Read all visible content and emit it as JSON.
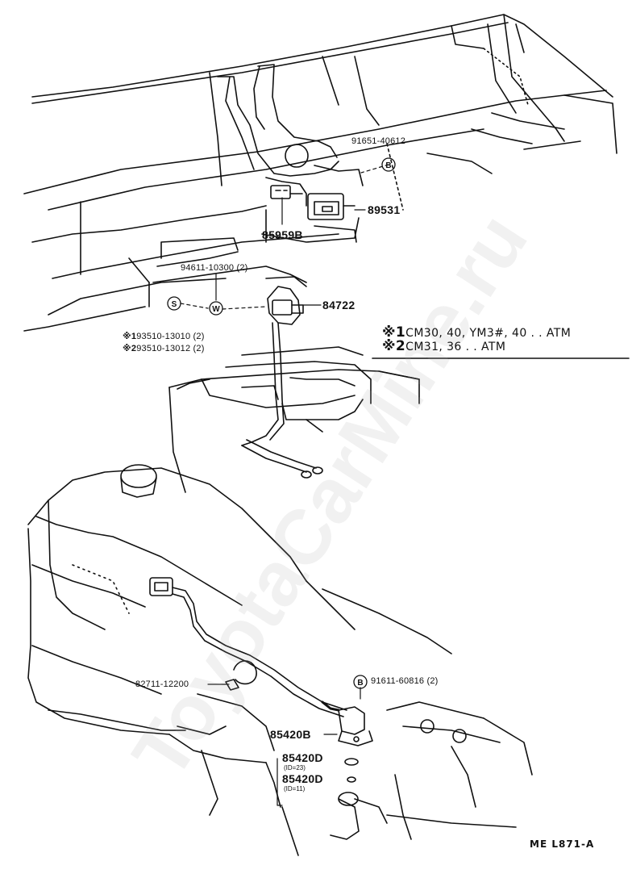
{
  "watermark": "ToyotaCarMine.ru",
  "drawing_code": "ME  L871-A",
  "bolt_markers": {
    "b_top": "B",
    "s": "S",
    "w": "W",
    "b_bottom": "B"
  },
  "parts": {
    "p91651": "91651-40612",
    "p89531": "89531",
    "p85959B": "85959B",
    "p94611": "94611-10300 (2)",
    "p84722": "84722",
    "p93510_1": "93510-13010 (2)",
    "p93510_2": "93510-13012 (2)",
    "p82711": "82711-12200",
    "p91611": "91611-60816 (2)",
    "p85420B": "85420B",
    "p85420D_a": "85420D",
    "p85420D_a_note": "(ID=23)",
    "p85420D_b": "85420D",
    "p85420D_b_note": "(ID=11)"
  },
  "notes": {
    "m1": "※1",
    "m2": "※2",
    "legend1_mark": "※1",
    "legend1_text": "CM30,  40,  YM3#,  40 . . ATM",
    "legend2_mark": "※2",
    "legend2_text": "CM31,  36 . . ATM"
  }
}
